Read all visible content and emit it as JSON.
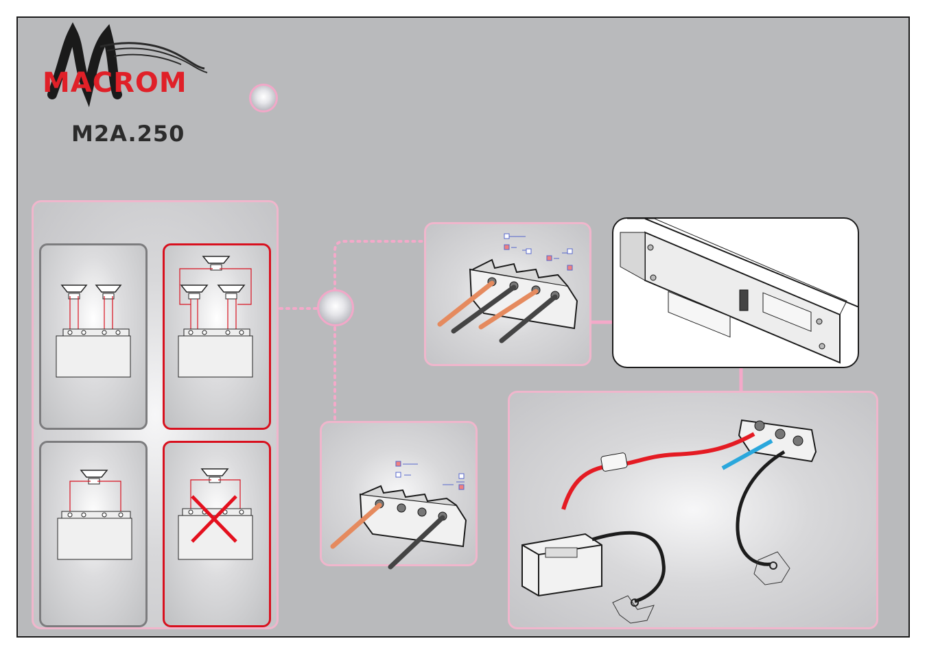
{
  "brand": {
    "name": "MACROM",
    "model": "M2A.250",
    "brand_color": "#e02028"
  },
  "colors": {
    "background": "#b9babc",
    "panel_border": "#f0b6cc",
    "connector_arrow": "#f4a9c9",
    "ok_border": "#7c7c7e",
    "forbidden_border": "#d8101e",
    "power_wire": "#e41b23",
    "remote_wire": "#2aa7dc",
    "ground_wire": "#1c1c1c",
    "speaker_wire": "#e58a5e"
  },
  "speaker_configurations": [
    {
      "name": "stereo-two-speakers",
      "allowed": true
    },
    {
      "name": "bridged-plus-stereo-three-speakers",
      "allowed": true
    },
    {
      "name": "bridged-mono-one-speaker",
      "allowed": true
    },
    {
      "name": "bridged-mono-wrong-wiring",
      "allowed": false
    }
  ],
  "icons": [
    "brand-logo-icon",
    "speaker-icon",
    "amplifier-icon",
    "cross-icon",
    "terminal-block-icon",
    "battery-icon",
    "fuse-icon",
    "ground-icon",
    "ring-terminal-icon"
  ]
}
